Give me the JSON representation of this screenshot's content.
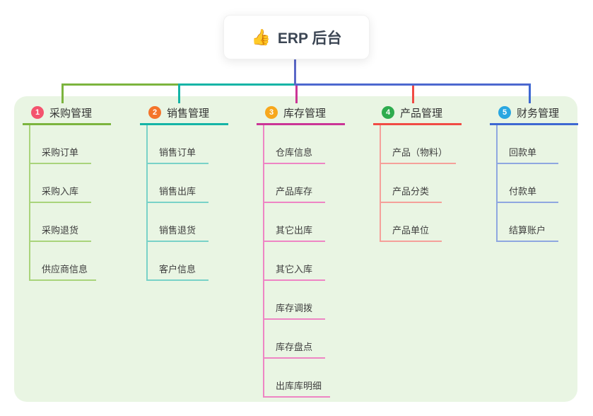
{
  "root": {
    "icon": "👍",
    "title": "ERP 后台"
  },
  "colors": {
    "panel_bg": "#e9f5e3",
    "root_line": "#5b68c8",
    "bus_left_1": "#7cb43e",
    "bus_left_2": "#14b4a6",
    "bus_right": "#4d68cf"
  },
  "branches": [
    {
      "num": "1",
      "label": "采购管理",
      "colors": {
        "badge": "#f4536e",
        "line": "#7cb43e",
        "sub": "#a9d47b"
      },
      "items": [
        {
          "label": "采购订单"
        },
        {
          "label": "采购入库"
        },
        {
          "label": "采购退货"
        },
        {
          "label": "供应商信息"
        }
      ]
    },
    {
      "num": "2",
      "label": "销售管理",
      "colors": {
        "badge": "#f4742a",
        "line": "#14b4a6",
        "sub": "#79d2c8"
      },
      "items": [
        {
          "label": "销售订单"
        },
        {
          "label": "销售出库"
        },
        {
          "label": "销售退货"
        },
        {
          "label": "客户信息"
        }
      ]
    },
    {
      "num": "3",
      "label": "库存管理",
      "colors": {
        "badge": "#f7a71c",
        "line": "#cb3596",
        "sub": "#ee85c4"
      },
      "items": [
        {
          "label": "仓库信息"
        },
        {
          "label": "产品库存"
        },
        {
          "label": "其它出库"
        },
        {
          "label": "其它入库"
        },
        {
          "label": "库存调拨"
        },
        {
          "label": "库存盘点"
        },
        {
          "label": "出库库明细"
        }
      ]
    },
    {
      "num": "4",
      "label": "产品管理",
      "colors": {
        "badge": "#2eac4e",
        "line": "#f14b44",
        "sub": "#f5a09a"
      },
      "items": [
        {
          "label": "产品（物料）"
        },
        {
          "label": "产品分类"
        },
        {
          "label": "产品单位"
        }
      ]
    },
    {
      "num": "5",
      "label": "财务管理",
      "colors": {
        "badge": "#29a7e1",
        "line": "#3e68d2",
        "sub": "#8fa7e0"
      },
      "items": [
        {
          "label": "回款单"
        },
        {
          "label": "付款单"
        },
        {
          "label": "结算账户"
        }
      ]
    }
  ]
}
